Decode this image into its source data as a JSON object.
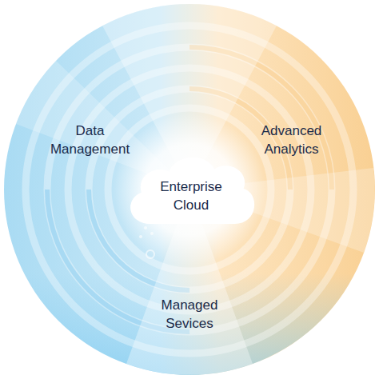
{
  "diagram": {
    "nodes": [
      {
        "text": [
          "Data Management"
        ]
      },
      {
        "text": [
          "Advanced Analytics"
        ]
      },
      {
        "text": [
          "Enterprise Cloud"
        ]
      },
      {
        "text": [
          "Managed Sevices"
        ]
      }
    ]
  }
}
